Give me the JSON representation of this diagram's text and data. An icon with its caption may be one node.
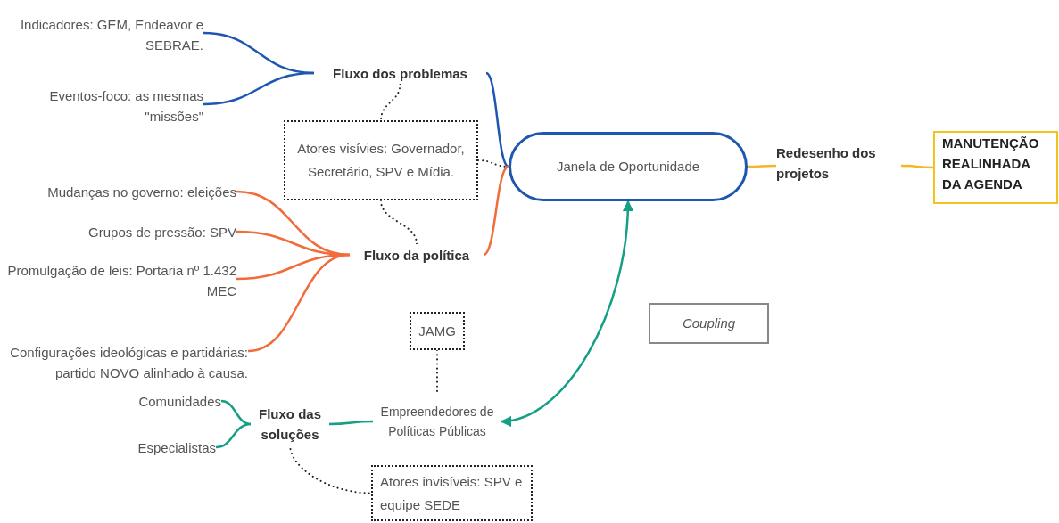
{
  "diagram": {
    "nodes": [
      {
        "text": [
          "Indicadores: GEM, Endeavor e SEBRAE."
        ]
      },
      {
        "text": [
          "Eventos-foco: as mesmas \"missões\""
        ]
      },
      {
        "text": [
          "Fluxo dos problemas"
        ]
      },
      {
        "text": [
          "Atores visívies: Governador, Secretário, SPV e Mídia."
        ]
      },
      {
        "text": [
          "Mudanças no governo: eleições"
        ]
      },
      {
        "text": [
          "Grupos de pressão: SPV"
        ]
      },
      {
        "text": [
          "Promulgação de leis: Portaria nº 1.432 MEC"
        ]
      },
      {
        "text": [
          "Configurações ideológicas e partidárias: partido NOVO alinhado à causa."
        ]
      },
      {
        "text": [
          "Fluxo da política"
        ]
      },
      {
        "text": [
          "Janela de Oportunidade"
        ]
      },
      {
        "text": [
          "Redesenho dos projetos"
        ]
      },
      {
        "text": [
          "MANUTENÇÃO REALINHADA DA AGENDA"
        ]
      },
      {
        "text": [
          "JAMG"
        ]
      },
      {
        "text": [
          "Coupling"
        ]
      },
      {
        "text": [
          "Comunidades"
        ]
      },
      {
        "text": [
          "Especialistas"
        ]
      },
      {
        "text": [
          "Fluxo das soluções"
        ]
      },
      {
        "text": [
          "Empreendedores de Políticas Públicas"
        ]
      },
      {
        "text": [
          "Atores invisíveis: SPV e equipe SEDE"
        ]
      }
    ],
    "edges": [
      {
        "from": 0,
        "to": 2,
        "arrow": "none",
        "color": "#1f56b0"
      },
      {
        "from": 1,
        "to": 2,
        "arrow": "none",
        "color": "#1f56b0"
      },
      {
        "from": 2,
        "to": 9,
        "arrow": "none",
        "color": "#1f56b0"
      },
      {
        "from": 2,
        "to": 3,
        "arrow": "none",
        "style": "dashed",
        "color": "#222222"
      },
      {
        "from": 3,
        "to": 9,
        "arrow": "none",
        "style": "dashed",
        "color": "#222222"
      },
      {
        "from": 3,
        "to": 8,
        "arrow": "none",
        "style": "dashed",
        "color": "#222222"
      },
      {
        "from": 4,
        "to": 8,
        "arrow": "none",
        "color": "#f26b3a"
      },
      {
        "from": 5,
        "to": 8,
        "arrow": "none",
        "color": "#f26b3a"
      },
      {
        "from": 6,
        "to": 8,
        "arrow": "none",
        "color": "#f26b3a"
      },
      {
        "from": 7,
        "to": 8,
        "arrow": "none",
        "color": "#f26b3a"
      },
      {
        "from": 8,
        "to": 9,
        "arrow": "none",
        "color": "#f26b3a"
      },
      {
        "from": 9,
        "to": 10,
        "arrow": "none",
        "color": "#f5b62a"
      },
      {
        "from": 10,
        "to": 11,
        "arrow": "none",
        "color": "#f5b62a"
      },
      {
        "from": 14,
        "to": 16,
        "arrow": "none",
        "color": "#13a085"
      },
      {
        "from": 15,
        "to": 16,
        "arrow": "none",
        "color": "#13a085"
      },
      {
        "from": 16,
        "to": 17,
        "arrow": "none",
        "color": "#13a085"
      },
      {
        "from": 17,
        "to": 9,
        "arrow": "both",
        "color": "#13a085"
      },
      {
        "from": 12,
        "to": 17,
        "arrow": "none",
        "style": "dashed",
        "color": "#222222"
      },
      {
        "from": 16,
        "to": 18,
        "arrow": "none",
        "style": "dashed",
        "color": "#222222"
      }
    ]
  }
}
